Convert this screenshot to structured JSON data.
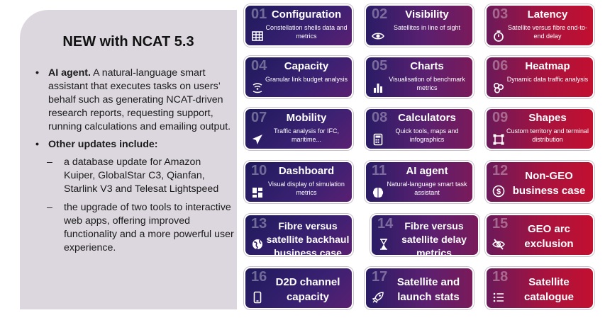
{
  "left_panel": {
    "title": "NEW with NCAT 5.3",
    "bullet1_bold": "AI agent.",
    "bullet1_text": " A natural-language smart assistant that executes tasks on users’ behalf such as generating NCAT-driven research reports, requesting support, running calculations and emailing output.",
    "bullet2_bold": "Other updates include:",
    "dash": "–",
    "sub1": "a database update for Amazon Kuiper, GlobalStar C3, Qianfan, Starlink V3 and Telesat Lightspeed",
    "sub2": "the upgrade of two tools to interactive web apps, offering improved functionality and a more powerful user experience."
  },
  "tiles": [
    {
      "num": "01",
      "title": "Configuration",
      "desc": "Constellation shells data and metrics",
      "icon": "grid-icon"
    },
    {
      "num": "02",
      "title": "Visibility",
      "desc": "Satellites in line of sight",
      "icon": "eye-icon"
    },
    {
      "num": "03",
      "title": "Latency",
      "desc": "Satellite versus fibre end-to-end delay",
      "icon": "stopwatch-icon"
    },
    {
      "num": "04",
      "title": "Capacity",
      "desc": "Granular link budget analysis",
      "icon": "signal-icon"
    },
    {
      "num": "05",
      "title": "Charts",
      "desc": "Visualisation of benchmark metrics",
      "icon": "bar-chart-icon"
    },
    {
      "num": "06",
      "title": "Heatmap",
      "desc": "Dynamic data traffic analysis",
      "icon": "heatmap-icon"
    },
    {
      "num": "07",
      "title": "Mobility",
      "desc": "Traffic analysis for IFC, maritime...",
      "icon": "plane-icon"
    },
    {
      "num": "08",
      "title": "Calculators",
      "desc": "Quick tools, maps and infographics",
      "icon": "calculator-icon"
    },
    {
      "num": "09",
      "title": "Shapes",
      "desc": "Custom territory and terminal distribution",
      "icon": "shape-icon"
    },
    {
      "num": "10",
      "title": "Dashboard",
      "desc": "Visual display of simulation metrics",
      "icon": "dashboard-icon"
    },
    {
      "num": "11",
      "title": "AI agent",
      "desc": "Natural-language smart task assistant",
      "icon": "brain-icon"
    },
    {
      "num": "12",
      "title": "Non-GEO business case",
      "desc": "",
      "icon": "dollar-icon"
    },
    {
      "num": "13",
      "title": "Fibre versus satellite backhaul business case",
      "desc": "",
      "icon": "globe-icon"
    },
    {
      "num": "14",
      "title": "Fibre versus satellite delay metrics",
      "desc": "",
      "icon": "hourglass-icon"
    },
    {
      "num": "15",
      "title": "GEO arc exclusion",
      "desc": "",
      "icon": "eye-slash-icon"
    },
    {
      "num": "16",
      "title": "D2D channel capacity",
      "desc": "",
      "icon": "phone-icon"
    },
    {
      "num": "17",
      "title": "Satellite and launch stats",
      "desc": "",
      "icon": "rocket-icon"
    },
    {
      "num": "18",
      "title": "Satellite catalogue",
      "desc": "",
      "icon": "list-icon"
    }
  ]
}
